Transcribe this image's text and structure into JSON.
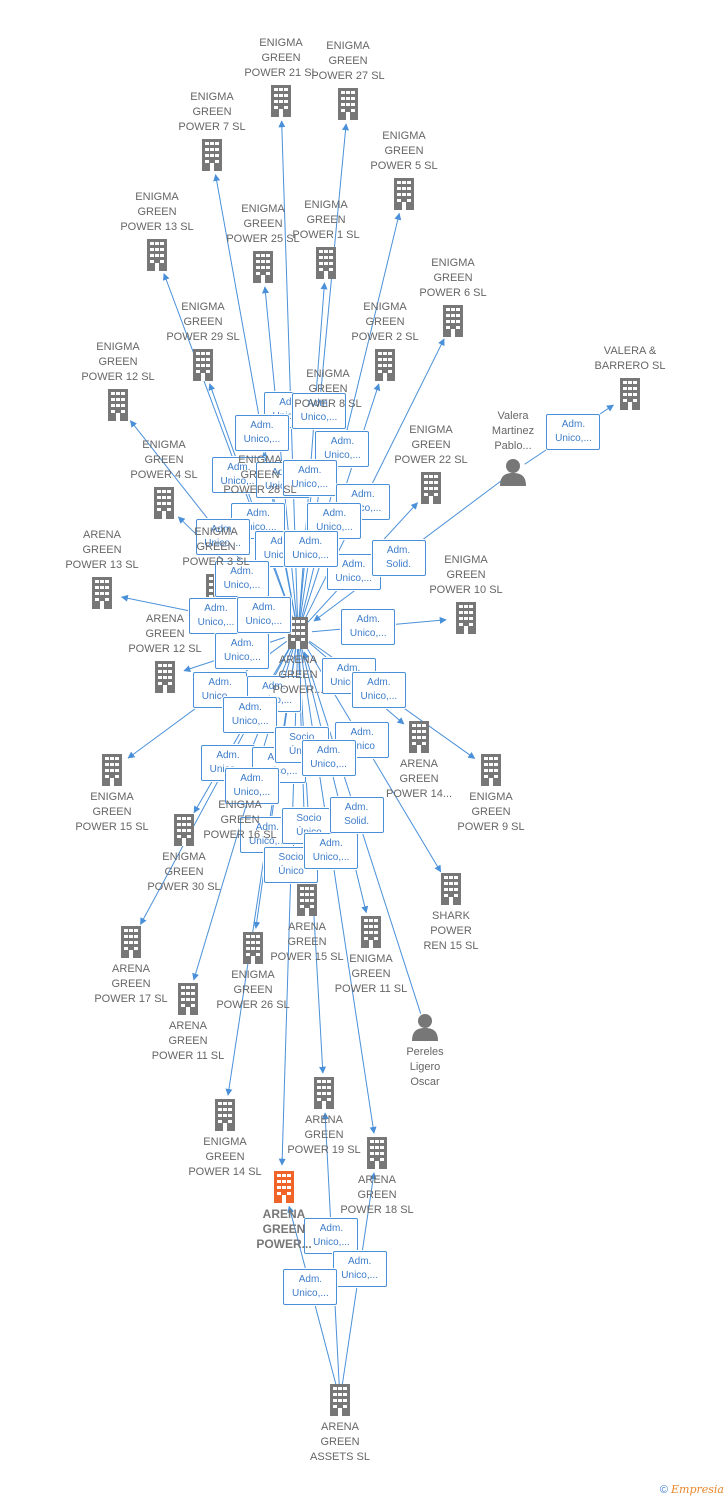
{
  "colors": {
    "edge": "#4a90d9",
    "node": "#777777",
    "focal": "#f0642a",
    "label": "#666666"
  },
  "nodes": [
    {
      "id": "n1",
      "label": [
        "ENIGMA",
        "GREEN",
        "POWER 21  SL"
      ],
      "icon": "building-icon"
    },
    {
      "id": "n2",
      "label": [
        "ENIGMA",
        "GREEN",
        "POWER 27  SL"
      ],
      "icon": "building-icon"
    },
    {
      "id": "n3",
      "label": [
        "ENIGMA",
        "GREEN",
        "POWER 7  SL"
      ],
      "icon": "building-icon"
    },
    {
      "id": "n4",
      "label": [
        "ENIGMA",
        "GREEN",
        "POWER 5  SL"
      ],
      "icon": "building-icon"
    },
    {
      "id": "n5",
      "label": [
        "ENIGMA",
        "GREEN",
        "POWER 13  SL"
      ],
      "icon": "building-icon"
    },
    {
      "id": "n6",
      "label": [
        "ENIGMA",
        "GREEN",
        "POWER 25  SL"
      ],
      "icon": "building-icon"
    },
    {
      "id": "n7",
      "label": [
        "ENIGMA",
        "GREEN",
        "POWER 1  SL"
      ],
      "icon": "building-icon"
    },
    {
      "id": "n8",
      "label": [
        "ENIGMA",
        "GREEN",
        "POWER 6  SL"
      ],
      "icon": "building-icon"
    },
    {
      "id": "n9",
      "label": [
        "ENIGMA",
        "GREEN",
        "POWER 29  SL"
      ],
      "icon": "building-icon"
    },
    {
      "id": "n10",
      "label": [
        "ENIGMA",
        "GREEN",
        "POWER 2  SL"
      ],
      "icon": "building-icon"
    },
    {
      "id": "n11",
      "label": [
        "VALERA &",
        "BARRERO  SL"
      ],
      "icon": "building-icon"
    },
    {
      "id": "n12",
      "label": [
        "ENIGMA",
        "GREEN",
        "POWER 12  SL"
      ],
      "icon": "building-icon"
    },
    {
      "id": "n13",
      "label": [
        "ENIGMA",
        "GREEN",
        "POWER 28  SL"
      ],
      "icon": "building-icon"
    },
    {
      "id": "n14",
      "label": [
        "Valera",
        "Martinez",
        "Pablo..."
      ],
      "icon": "person-icon"
    },
    {
      "id": "n15",
      "label": [
        "ENIGMA",
        "GREEN",
        "POWER 4  SL"
      ],
      "icon": "building-icon"
    },
    {
      "id": "n16",
      "label": [
        "ENIGMA",
        "GREEN",
        "POWER 22  SL"
      ],
      "icon": "building-icon"
    },
    {
      "id": "n17",
      "label": [
        "ARENA",
        "GREEN",
        "POWER 13  SL"
      ],
      "icon": "building-icon"
    },
    {
      "id": "n18",
      "label": [
        "ENIGMA",
        "GREEN",
        "POWER 10  SL"
      ],
      "icon": "building-icon"
    },
    {
      "id": "n19",
      "label": [
        "ARENA",
        "GREEN",
        "POWER 12  SL"
      ],
      "icon": "building-icon"
    },
    {
      "id": "n20",
      "label": [
        "ARENA",
        "GREEN",
        "POWER..."
      ],
      "icon": "building-icon"
    },
    {
      "id": "n21",
      "label": [
        "ARENA",
        "GREEN",
        "POWER 14..."
      ],
      "icon": "building-icon"
    },
    {
      "id": "n22",
      "label": [
        "ENIGMA",
        "GREEN",
        "POWER 15  SL"
      ],
      "icon": "building-icon"
    },
    {
      "id": "n23",
      "label": [
        "ENIGMA",
        "GREEN",
        "POWER 9  SL"
      ],
      "icon": "building-icon"
    },
    {
      "id": "n24",
      "label": [
        "ENIGMA",
        "GREEN",
        "POWER 16  SL"
      ],
      "icon": "building-icon"
    },
    {
      "id": "n25",
      "label": [
        "ENIGMA",
        "GREEN",
        "POWER 30  SL"
      ],
      "icon": "building-icon"
    },
    {
      "id": "n26",
      "label": [
        "SHARK",
        "POWER",
        "REN 15  SL"
      ],
      "icon": "building-icon"
    },
    {
      "id": "n27",
      "label": [
        "ARENA",
        "GREEN",
        "POWER 17  SL"
      ],
      "icon": "building-icon"
    },
    {
      "id": "n28",
      "label": [
        "ENIGMA",
        "GREEN",
        "POWER 26  SL"
      ],
      "icon": "building-icon"
    },
    {
      "id": "n29",
      "label": [
        "ARENA",
        "GREEN",
        "POWER 15  SL"
      ],
      "icon": "building-icon"
    },
    {
      "id": "n30",
      "label": [
        "ENIGMA",
        "GREEN",
        "POWER 11  SL"
      ],
      "icon": "building-icon"
    },
    {
      "id": "n31",
      "label": [
        "ARENA",
        "GREEN",
        "POWER 11  SL"
      ],
      "icon": "building-icon"
    },
    {
      "id": "n32",
      "label": [
        "Pereles",
        "Ligero",
        "Oscar"
      ],
      "icon": "person-icon"
    },
    {
      "id": "n33",
      "label": [
        "ENIGMA",
        "GREEN",
        "POWER 14  SL"
      ],
      "icon": "building-icon"
    },
    {
      "id": "n34",
      "label": [
        "ARENA",
        "GREEN",
        "POWER 19  SL"
      ],
      "icon": "building-icon"
    },
    {
      "id": "n35",
      "label": [
        "ARENA",
        "GREEN",
        "POWER..."
      ],
      "icon": "building-icon",
      "focal": true
    },
    {
      "id": "n36",
      "label": [
        "ARENA",
        "GREEN",
        "POWER 18  SL"
      ],
      "icon": "building-icon"
    },
    {
      "id": "n37",
      "label": [
        "ARENA",
        "GREEN",
        "ASSETS  SL"
      ],
      "icon": "building-icon"
    },
    {
      "id": "n38",
      "label": [
        "ENIGMA",
        "GREEN",
        "POWER 8  SL"
      ],
      "icon": "building-icon"
    },
    {
      "id": "n39",
      "label": [
        "ENIGMA",
        "GREEN",
        "POWER 3  SL"
      ],
      "icon": "building-icon"
    }
  ],
  "edges": [
    {
      "from": "n20",
      "to": "n1",
      "label": [
        "Adm.",
        "Unico,..."
      ]
    },
    {
      "from": "n20",
      "to": "n2",
      "label": [
        "Adm.",
        "Unico,..."
      ]
    },
    {
      "from": "n20",
      "to": "n3",
      "label": [
        "Adm.",
        "Unico,..."
      ]
    },
    {
      "from": "n20",
      "to": "n4",
      "label": [
        "Adm.",
        "Unico,..."
      ]
    },
    {
      "from": "n20",
      "to": "n5",
      "label": [
        "Adm.",
        "Unico,..."
      ]
    },
    {
      "from": "n20",
      "to": "n6",
      "label": [
        "Adm.",
        "Unico,..."
      ]
    },
    {
      "from": "n20",
      "to": "n7",
      "label": [
        "Adm.",
        "Unico,..."
      ]
    },
    {
      "from": "n20",
      "to": "n8",
      "label": [
        "Adm.",
        "Unico,..."
      ]
    },
    {
      "from": "n20",
      "to": "n9",
      "label": [
        "Adm.",
        "Unico,..."
      ]
    },
    {
      "from": "n20",
      "to": "n10",
      "label": [
        "Adm.",
        "Unico,..."
      ]
    },
    {
      "from": "n20",
      "to": "n12",
      "label": [
        "Adm.",
        "Unico,..."
      ]
    },
    {
      "from": "n20",
      "to": "n13",
      "label": [
        "Adm.",
        "Unico,..."
      ]
    },
    {
      "from": "n20",
      "to": "n15",
      "label": [
        "Adm.",
        "Unico,..."
      ]
    },
    {
      "from": "n20",
      "to": "n16",
      "label": [
        "Adm.",
        "Unico,..."
      ]
    },
    {
      "from": "n20",
      "to": "n17",
      "label": [
        "Adm.",
        "Unico,..."
      ]
    },
    {
      "from": "n20",
      "to": "n18",
      "label": [
        "Adm.",
        "Unico,..."
      ]
    },
    {
      "from": "n20",
      "to": "n19",
      "label": [
        "Adm.",
        "Unico,..."
      ]
    },
    {
      "from": "n20",
      "to": "n21",
      "label": [
        "Adm.",
        "Unico,..."
      ]
    },
    {
      "from": "n20",
      "to": "n22",
      "label": [
        "Adm.",
        "Unico,..."
      ]
    },
    {
      "from": "n20",
      "to": "n23",
      "label": [
        "Adm.",
        "Unico,..."
      ]
    },
    {
      "from": "n20",
      "to": "n24",
      "label": [
        "Adm.",
        "Unico,..."
      ]
    },
    {
      "from": "n20",
      "to": "n25",
      "label": [
        "Adm.",
        "Unico,..."
      ]
    },
    {
      "from": "n20",
      "to": "n26",
      "label": [
        "Adm.",
        "Unico"
      ]
    },
    {
      "from": "n20",
      "to": "n27",
      "label": [
        "Adm.",
        "Unico,..."
      ]
    },
    {
      "from": "n20",
      "to": "n28",
      "label": [
        "Adm.",
        "Unico,..."
      ]
    },
    {
      "from": "n20",
      "to": "n29",
      "label": [
        "Socio",
        "Único"
      ]
    },
    {
      "from": "n20",
      "to": "n30",
      "label": [
        "Adm.",
        "Unico,..."
      ]
    },
    {
      "from": "n20",
      "to": "n31",
      "label": [
        "Adm.",
        "Unico,..."
      ]
    },
    {
      "from": "n20",
      "to": "n33",
      "label": [
        "Adm.",
        "Unico,..."
      ]
    },
    {
      "from": "n20",
      "to": "n34",
      "label": [
        "Socio",
        "Único"
      ]
    },
    {
      "from": "n20",
      "to": "n35",
      "label": [
        "Socio",
        "Único"
      ]
    },
    {
      "from": "n20",
      "to": "n36",
      "label": [
        "Adm.",
        "Unico,..."
      ]
    },
    {
      "from": "n20",
      "to": "n38",
      "label": [
        "Adm.",
        "Unico,..."
      ]
    },
    {
      "from": "n20",
      "to": "n39",
      "label": [
        "Adm.",
        "Unico,..."
      ]
    },
    {
      "from": "n14",
      "to": "n11",
      "label": [
        "Adm.",
        "Unico,..."
      ]
    },
    {
      "from": "n14",
      "to": "n20",
      "label": [
        "Adm.",
        "Solid."
      ]
    },
    {
      "from": "n32",
      "to": "n20",
      "label": [
        "Adm.",
        "Solid."
      ]
    },
    {
      "from": "n37",
      "to": "n34",
      "label": [
        "Adm.",
        "Unico,..."
      ]
    },
    {
      "from": "n37",
      "to": "n36",
      "label": [
        "Adm.",
        "Unico,..."
      ]
    },
    {
      "from": "n37",
      "to": "n35",
      "label": [
        "Adm.",
        "Unico,..."
      ]
    }
  ],
  "footer": {
    "copyright": "©",
    "brand": "Empresia"
  }
}
